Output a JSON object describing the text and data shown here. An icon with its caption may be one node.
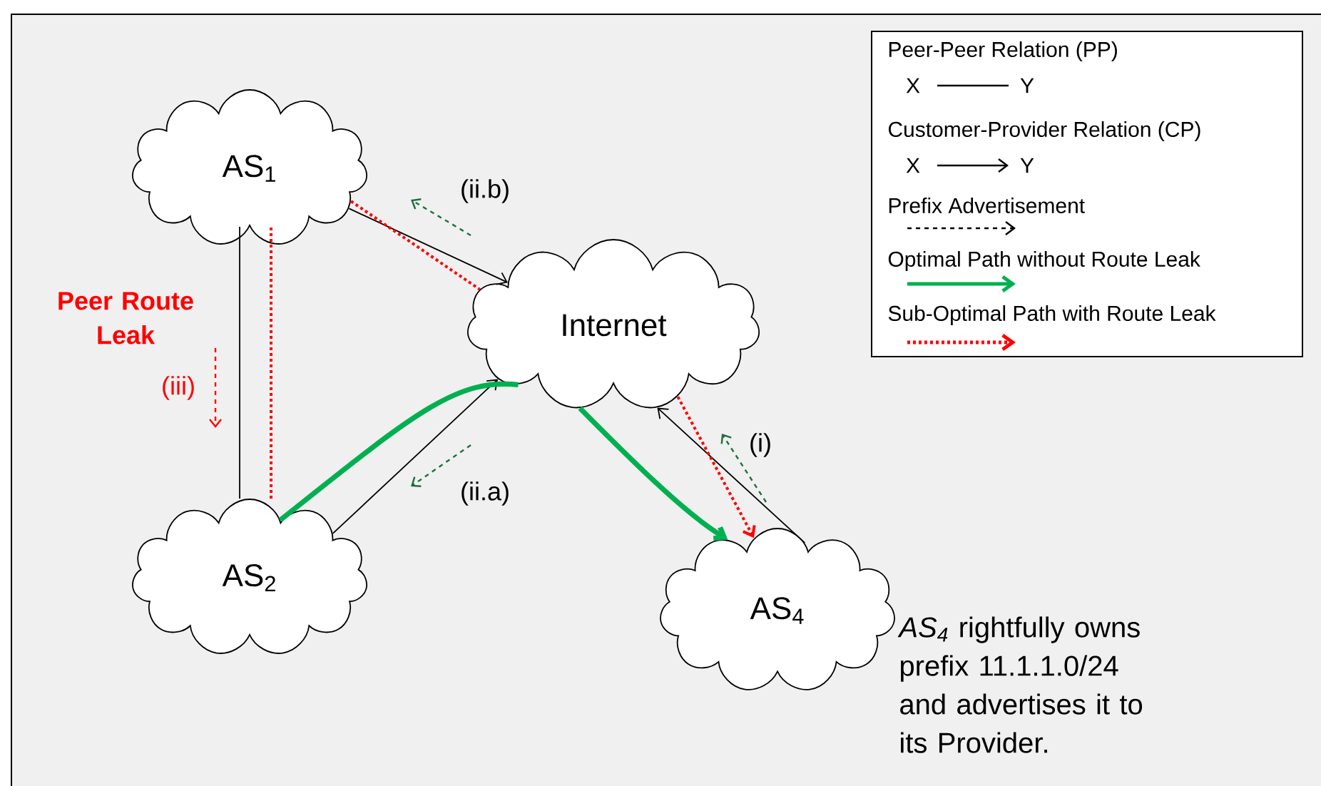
{
  "diagram": {
    "nodes": [
      {
        "text": [
          "AS$_{1}$"
        ]
      },
      {
        "text": [
          "AS$_{2}$"
        ]
      },
      {
        "text": [
          "Internet"
        ]
      },
      {
        "text": [
          "AS$_{4}$"
        ],
        "beside": [
          "*AS$_{4}$* rightfully owns prefix 11.1.1.0/24 and advertises it to its Provider."
        ]
      }
    ],
    "edges": [
      {
        "from": 0,
        "to": 1,
        "arrow": "none"
      },
      {
        "from": 0,
        "to": 2,
        "arrow": "to"
      },
      {
        "from": 1,
        "to": 2,
        "arrow": "to"
      },
      {
        "from": 3,
        "to": 2,
        "arrow": "to"
      },
      {
        "from": 1,
        "to": 2,
        "arrow": "none",
        "style": "thick",
        "color": "#00b050"
      },
      {
        "from": 2,
        "to": 3,
        "arrow": "to",
        "style": "thick",
        "color": "#00b050"
      },
      {
        "from": 1,
        "to": 0,
        "arrow": "none",
        "style": "dashed",
        "color": "#ff0000"
      },
      {
        "from": 0,
        "to": 2,
        "arrow": "none",
        "style": "dashed",
        "color": "#ff0000"
      },
      {
        "from": 2,
        "to": 3,
        "arrow": "to",
        "style": "dashed",
        "color": "#ff0000"
      }
    ],
    "labels": [
      "Peer Route Leak",
      "(iii)",
      "(ii.b)",
      "(ii.a)",
      "(i)",
      "X",
      "Y",
      "X",
      "Y"
    ],
    "legend": [
      {
        "text": "Peer-Peer Relation (PP)"
      },
      {
        "text": "Customer-Provider Relation (CP)"
      },
      {
        "text": "Prefix Advertisement"
      },
      {
        "text": "Optimal Path without Route Leak"
      },
      {
        "text": "Sub-Optimal Path with Route Leak"
      }
    ]
  }
}
